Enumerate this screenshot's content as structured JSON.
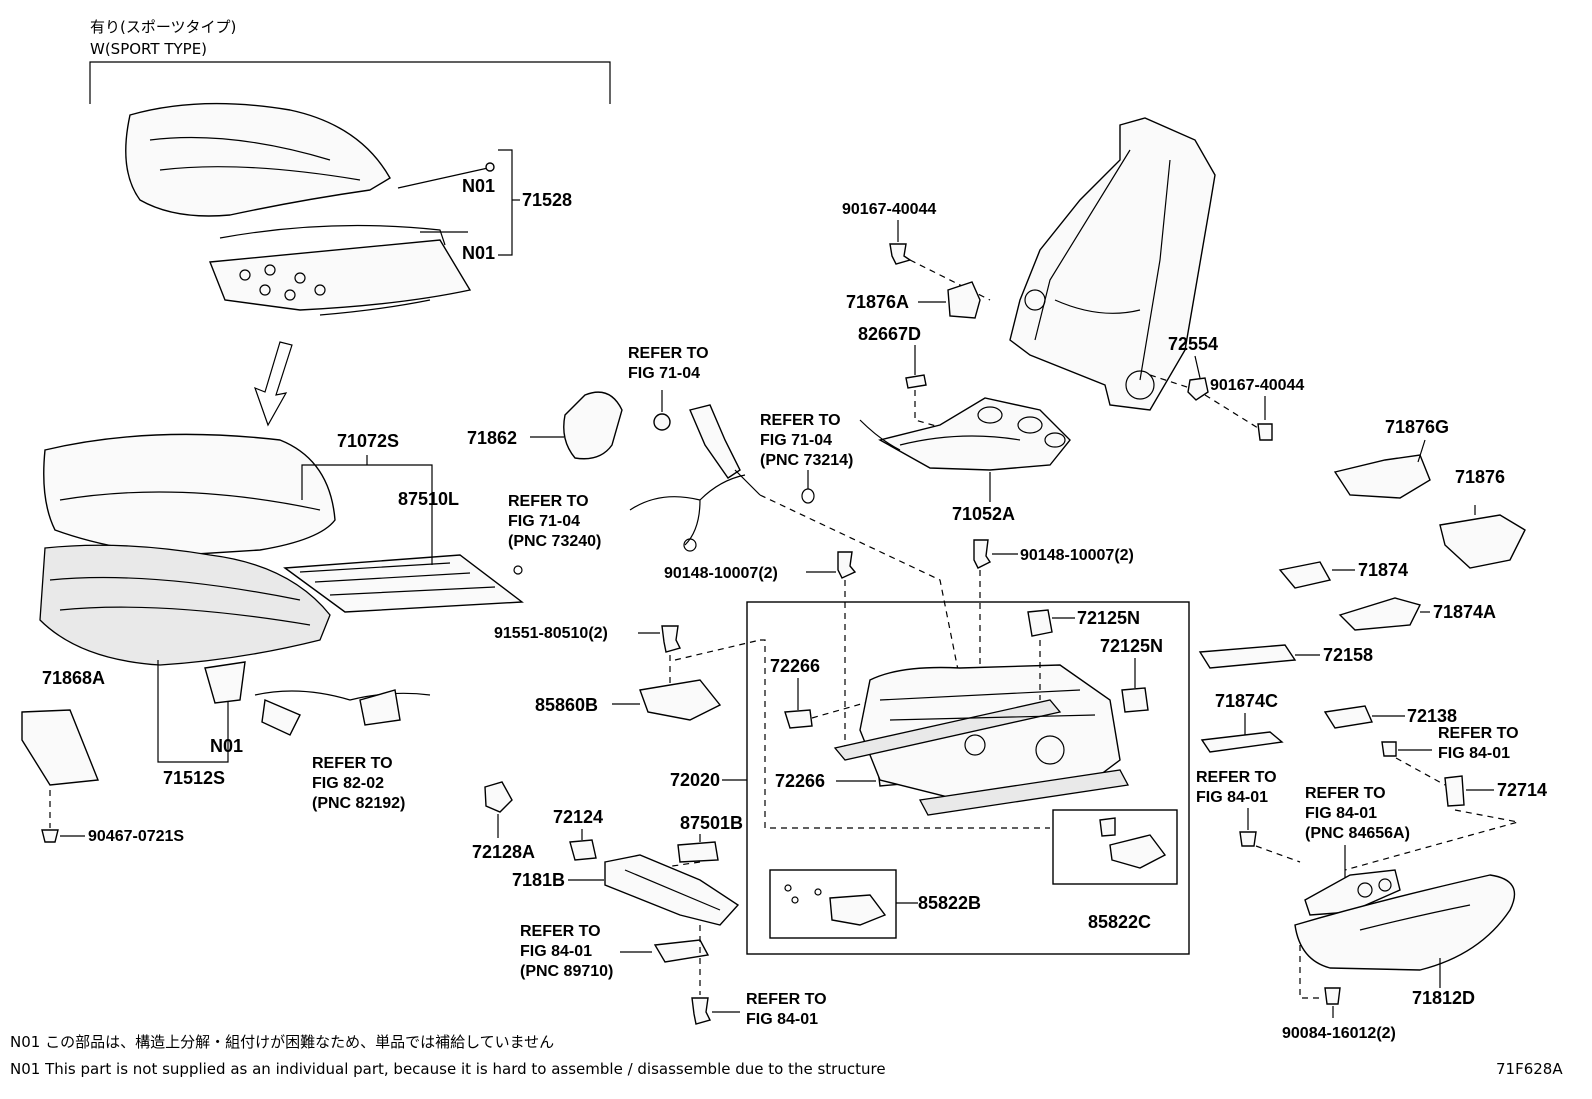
{
  "header": {
    "jp": "有り(スポーツタイプ)",
    "en": "W(SPORT TYPE)"
  },
  "labels": {
    "p71528": "71528",
    "n01_a": "N01",
    "n01_b": "N01",
    "n01_c": "N01",
    "p71072S": "71072S",
    "p87510L": "87510L",
    "p71868A": "71868A",
    "p71512S": "71512S",
    "p90467": "90467-0721S",
    "p71862": "71862",
    "p90167a": "90167-40044",
    "p71876A": "71876A",
    "p82667D": "82667D",
    "p72554": "72554",
    "p90167b": "90167-40044",
    "p71052A": "71052A",
    "p90148a": "90148-10007(2)",
    "p90148b": "90148-10007(2)",
    "p91551": "91551-80510(2)",
    "p85860B": "85860B",
    "p72266a": "72266",
    "p72266b": "72266",
    "p72125Na": "72125N",
    "p72125Nb": "72125N",
    "p72020": "72020",
    "p87501B": "87501B",
    "p72124": "72124",
    "p72128A": "72128A",
    "p7181B": "7181B",
    "p85822B": "85822B",
    "p85822C": "85822C",
    "p71876G": "71876G",
    "p71876": "71876",
    "p71874": "71874",
    "p71874A": "71874A",
    "p72158": "72158",
    "p71874C": "71874C",
    "p72138": "72138",
    "p72714": "72714",
    "p71812D": "71812D",
    "p90084": "90084-16012(2)",
    "fig_id": "71F628A"
  },
  "refs": {
    "r7104a": [
      "REFER TO",
      "FIG 71-04"
    ],
    "r7104b": [
      "REFER TO",
      "FIG 71-04",
      "(PNC 73214)"
    ],
    "r7104c": [
      "REFER TO",
      "FIG 71-04",
      "(PNC 73240)"
    ],
    "r8202": [
      "REFER TO",
      "FIG 82-02",
      "(PNC 82192)"
    ],
    "r8401a": [
      "REFER TO",
      "FIG 84-01",
      "(PNC 89710)"
    ],
    "r8401b": [
      "REFER TO",
      "FIG 84-01"
    ],
    "r8401c": [
      "REFER TO",
      "FIG 84-01"
    ],
    "r8401d": [
      "REFER TO",
      "FIG 84-01",
      "(PNC 84656A)"
    ],
    "r8401e": [
      "REFER TO",
      "FIG 84-01"
    ]
  },
  "footer": {
    "note_jp": "N01 この部品は、構造上分解・組付けが困難なため、単品では補給していません",
    "note_en": "N01 This part is not supplied as an individual part, because it is hard to assemble / disassemble due to the structure"
  }
}
